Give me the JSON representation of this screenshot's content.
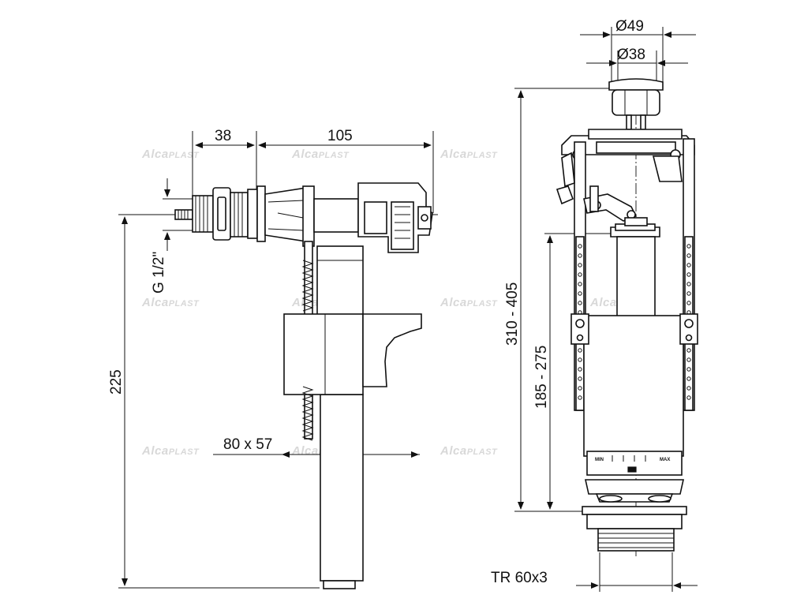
{
  "watermark": {
    "text_brand": "Alca",
    "text_suffix": "PLAST"
  },
  "fill_valve": {
    "dim_38": "38",
    "dim_105": "105",
    "dim_thread": "G 1/2\"",
    "dim_225": "225",
    "dim_float": "80 x 57"
  },
  "flush_valve": {
    "dim_49": "Ø49",
    "dim_38": "Ø38",
    "dim_310_405": "310 - 405",
    "dim_185_275": "185 - 275",
    "dim_tr": "TR 60x3",
    "scale_min": "MIN",
    "scale_max": "MAX"
  }
}
